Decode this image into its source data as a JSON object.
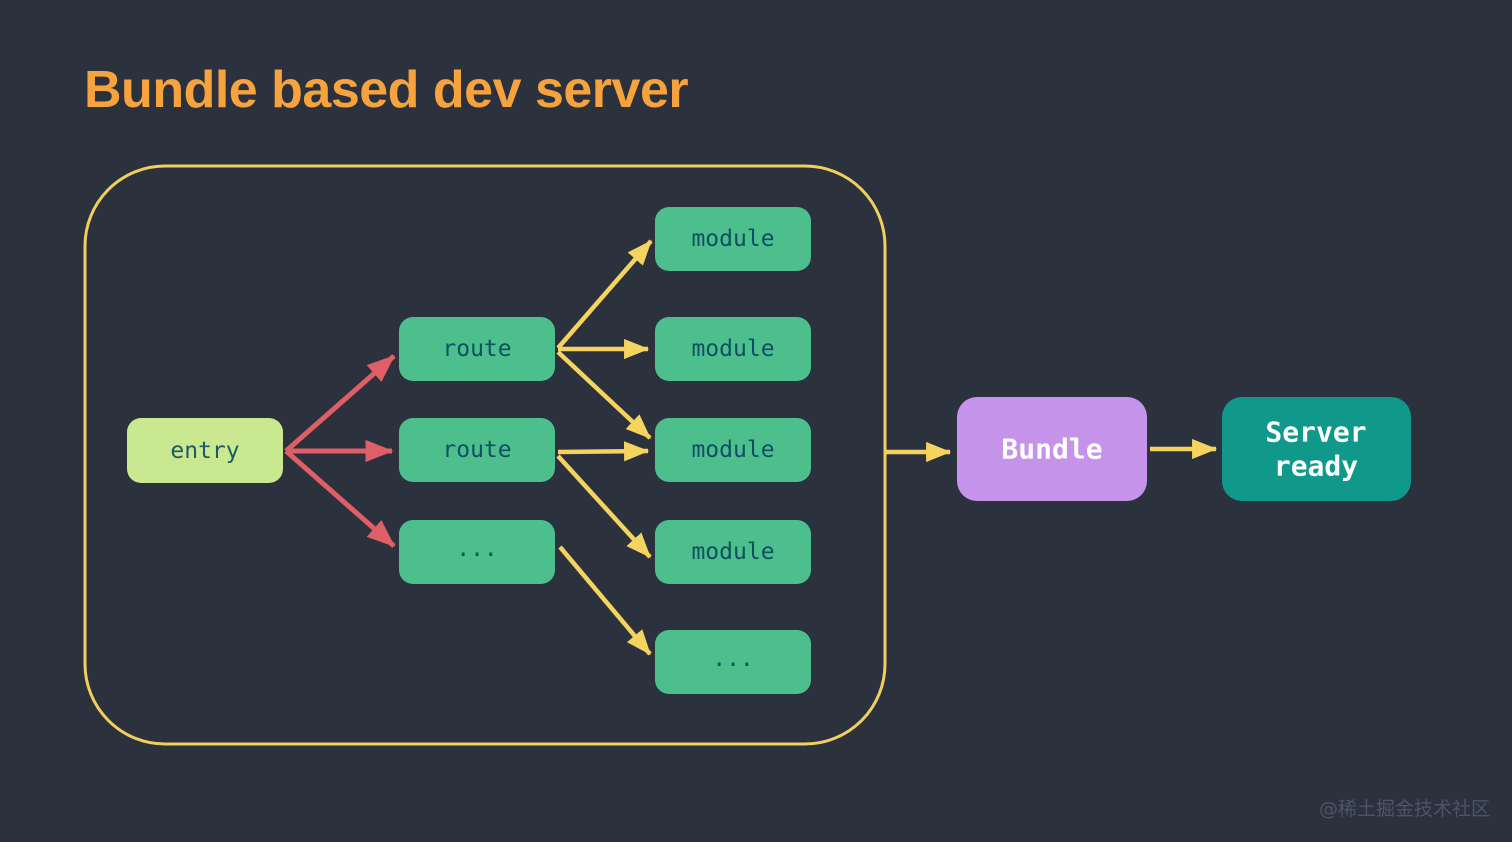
{
  "title": "Bundle based dev server",
  "watermark": "@稀土掘金技术社区",
  "colors": {
    "background": "#2b313d",
    "title": "#f6a33e",
    "container_border": "#f0cf5e",
    "arrow_yellow": "#f5d35f",
    "arrow_red": "#de5f66",
    "entry_fill": "#c9e88f",
    "entry_text": "#1d5b63",
    "node_fill": "#4dbf8d",
    "node_text": "#0d5062",
    "bundle_fill": "#c693ea",
    "server_fill": "#10998a",
    "output_text": "#ffffff",
    "watermark_text": "#4d5468"
  },
  "nodes": {
    "entry": "entry",
    "route1": "route",
    "route2": "route",
    "route_more": "...",
    "module1": "module",
    "module2": "module",
    "module3": "module",
    "module4": "module",
    "module_more": "...",
    "bundle": "Bundle",
    "server_ready_line1": "Server",
    "server_ready_line2": "ready"
  }
}
